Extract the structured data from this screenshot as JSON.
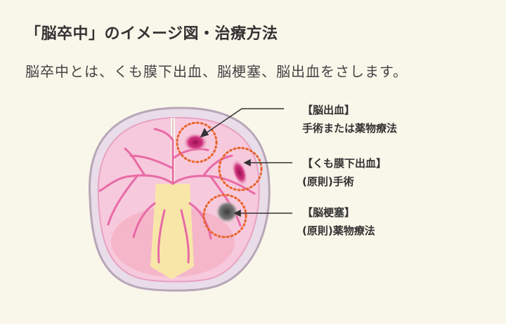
{
  "title": "「脳卒中」のイメージ図・治療方法",
  "subtitle": "脳卒中とは、くも膜下出血、脳梗塞、脳出血をさします。",
  "labels": {
    "hemorrhage": {
      "head": "【脳出血】",
      "sub": "手術または薬物療法"
    },
    "subarachnoid": {
      "head": "【くも膜下出血】",
      "sub": "(原則)手術"
    },
    "infarction": {
      "head": "【脳梗塞】",
      "sub": "(原則)薬物療法"
    }
  },
  "colors": {
    "background": "#f9f6ea",
    "skull": "#c8b9c8",
    "brain": "#f7c9dc",
    "vessel": "#e86aa6",
    "core": "#f8e6a8",
    "marker": "#e8632a",
    "bleed": "#c21f6e",
    "clot": "#555555"
  }
}
